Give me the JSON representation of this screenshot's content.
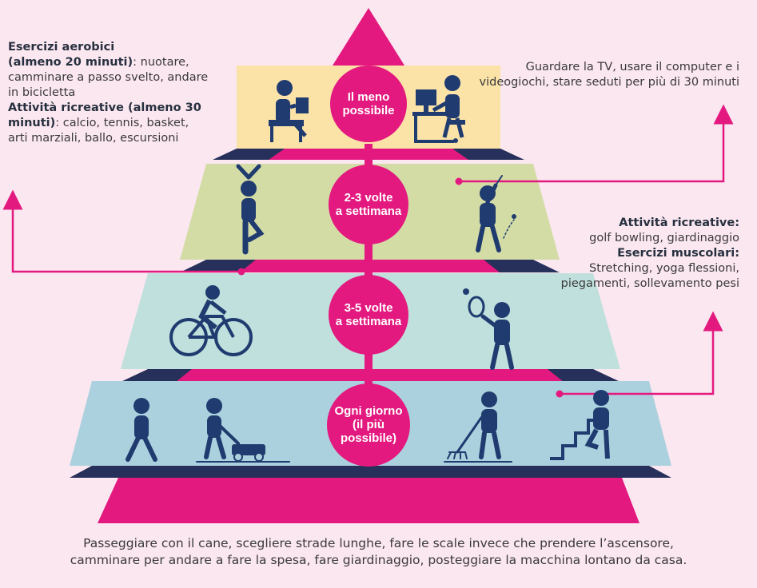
{
  "colors": {
    "background": "#fbe7f0",
    "magenta": "#e3197f",
    "level1": "#fbe3a8",
    "level2": "#d4dca6",
    "level3": "#bfe0dc",
    "level4": "#acd1de",
    "navy": "#26305a",
    "icon": "#1f3b6f"
  },
  "levels": [
    {
      "label": "Il meno possibile",
      "lines": [
        "Il meno",
        "possibile"
      ],
      "icons": [
        "person-reading-icon",
        "person-at-computer-icon"
      ]
    },
    {
      "label": "2-3 volte a settimana",
      "lines": [
        "2-3 volte",
        "a settimana"
      ],
      "icons": [
        "yoga-pose-icon",
        "golfer-icon"
      ]
    },
    {
      "label": "3-5 volte a settimana",
      "lines": [
        "3-5 volte",
        "a settimana"
      ],
      "icons": [
        "cyclist-icon",
        "tennis-player-icon"
      ]
    },
    {
      "label": "Ogni giorno (il più possibile)",
      "lines": [
        "Ogni giorno",
        "(il più",
        "possibile)"
      ],
      "icons": [
        "walking-person-icon",
        "lawn-mower-icon",
        "raking-leaves-icon",
        "climbing-stairs-icon"
      ]
    }
  ],
  "callouts": {
    "top_left": {
      "h1": "Esercizi aerobici",
      "h1b": "(almeno 20 minuti)",
      "t1": ": nuotare, camminare a passo svelto, andare in bicicletta",
      "h2": "Attività ricreative (almeno 30 minuti)",
      "t2": ":  calcio, tennis, basket, arti marziali, ballo, escursioni"
    },
    "top_right": {
      "text": "Guardare la TV, usare il computer e i videogiochi, stare seduti per più di 30 minuti"
    },
    "middle_right": {
      "h1": "Attività ricreative:",
      "t1": "golf bowling, giardinaggio",
      "h2": "Esercizi muscolari:",
      "t2": "Stretching, yoga flessioni, piegamenti, sollevamento pesi"
    }
  },
  "bottom_text": "Passeggiare con il cane, scegliere strade lunghe, fare le scale invece che prendere l’ascensore, camminare per andare a fare la spesa, fare giardinaggio, posteggiare la macchina lontano da casa."
}
